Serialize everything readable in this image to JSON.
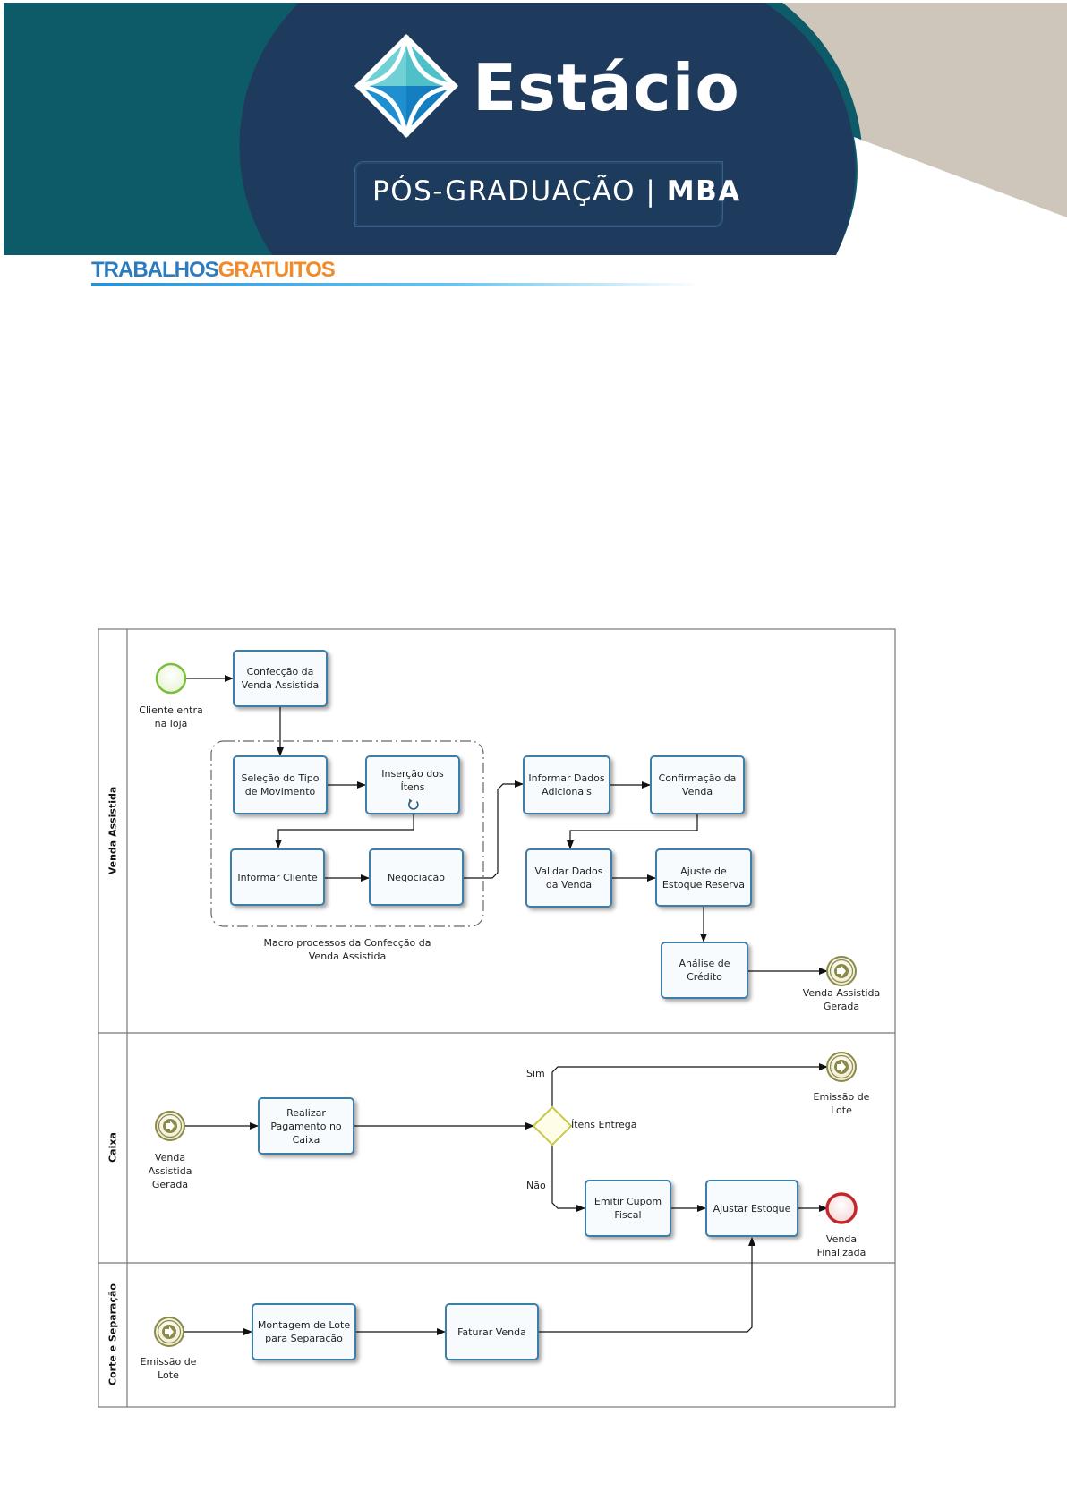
{
  "header": {
    "brand_name": "Estácio",
    "program_prefix": "PÓS-GRADUAÇÃO",
    "program_separator": "|",
    "program_suffix": "MBA",
    "watermark_part1": "TRABALHOS",
    "watermark_part2": "GRATUITOS",
    "colors": {
      "teal": "#0d5a69",
      "navy": "#1e3a5c",
      "beige": "#cfc6bb",
      "brand_blue": "#2c7bbf",
      "brand_orange": "#f08a2a"
    }
  },
  "diagram": {
    "lanes": [
      {
        "id": "venda",
        "label": "Venda Assistida"
      },
      {
        "id": "caixa",
        "label": "Caixa"
      },
      {
        "id": "corte",
        "label": "Corte e Separação"
      }
    ],
    "group_label": "Macro processos da Confecção da\nVenda Assistida",
    "events": {
      "start_cliente": "Cliente entra\nna loja",
      "end_venda_assistida": "Venda Assistida\nGerada",
      "caixa_start": "Venda\nAssistida\nGerada",
      "emissao_lote_end": "Emissão de\nLote",
      "venda_finalizada": "Venda\nFinalizada",
      "corte_start": "Emissão de\nLote"
    },
    "tasks": {
      "confeccao": "Confecção da\nVenda Assistida",
      "selecao": "Seleção do Tipo\nde Movimento",
      "insercao": "Inserção dos\nÍtens",
      "informar_cliente": "Informar Cliente",
      "negociacao": "Negociação",
      "dados_adicionais": "Informar Dados\nAdicionais",
      "confirmacao": "Confirmação da\nVenda",
      "validar": "Validar Dados\nda Venda",
      "ajuste_reserva": "Ajuste de\nEstoque Reserva",
      "analise_credito": "Análise de\nCrédito",
      "pagamento": "Realizar\nPagamento no\nCaixa",
      "emitir_cupom": "Emitir Cupom\nFiscal",
      "ajustar_estoque": "Ajustar Estoque",
      "montagem_lote": "Montagem de Lote\npara Separação",
      "faturar": "Faturar Venda"
    },
    "gateway": {
      "label": "Ítens Entrega",
      "yes": "Sim",
      "no": "Não"
    },
    "colors": {
      "task_border": "#3d7ea8",
      "start_event": "#7dbf3a",
      "intermediate_event": "#8a8a4a",
      "end_event": "#c0282c",
      "gateway": "#c8c84a"
    }
  }
}
